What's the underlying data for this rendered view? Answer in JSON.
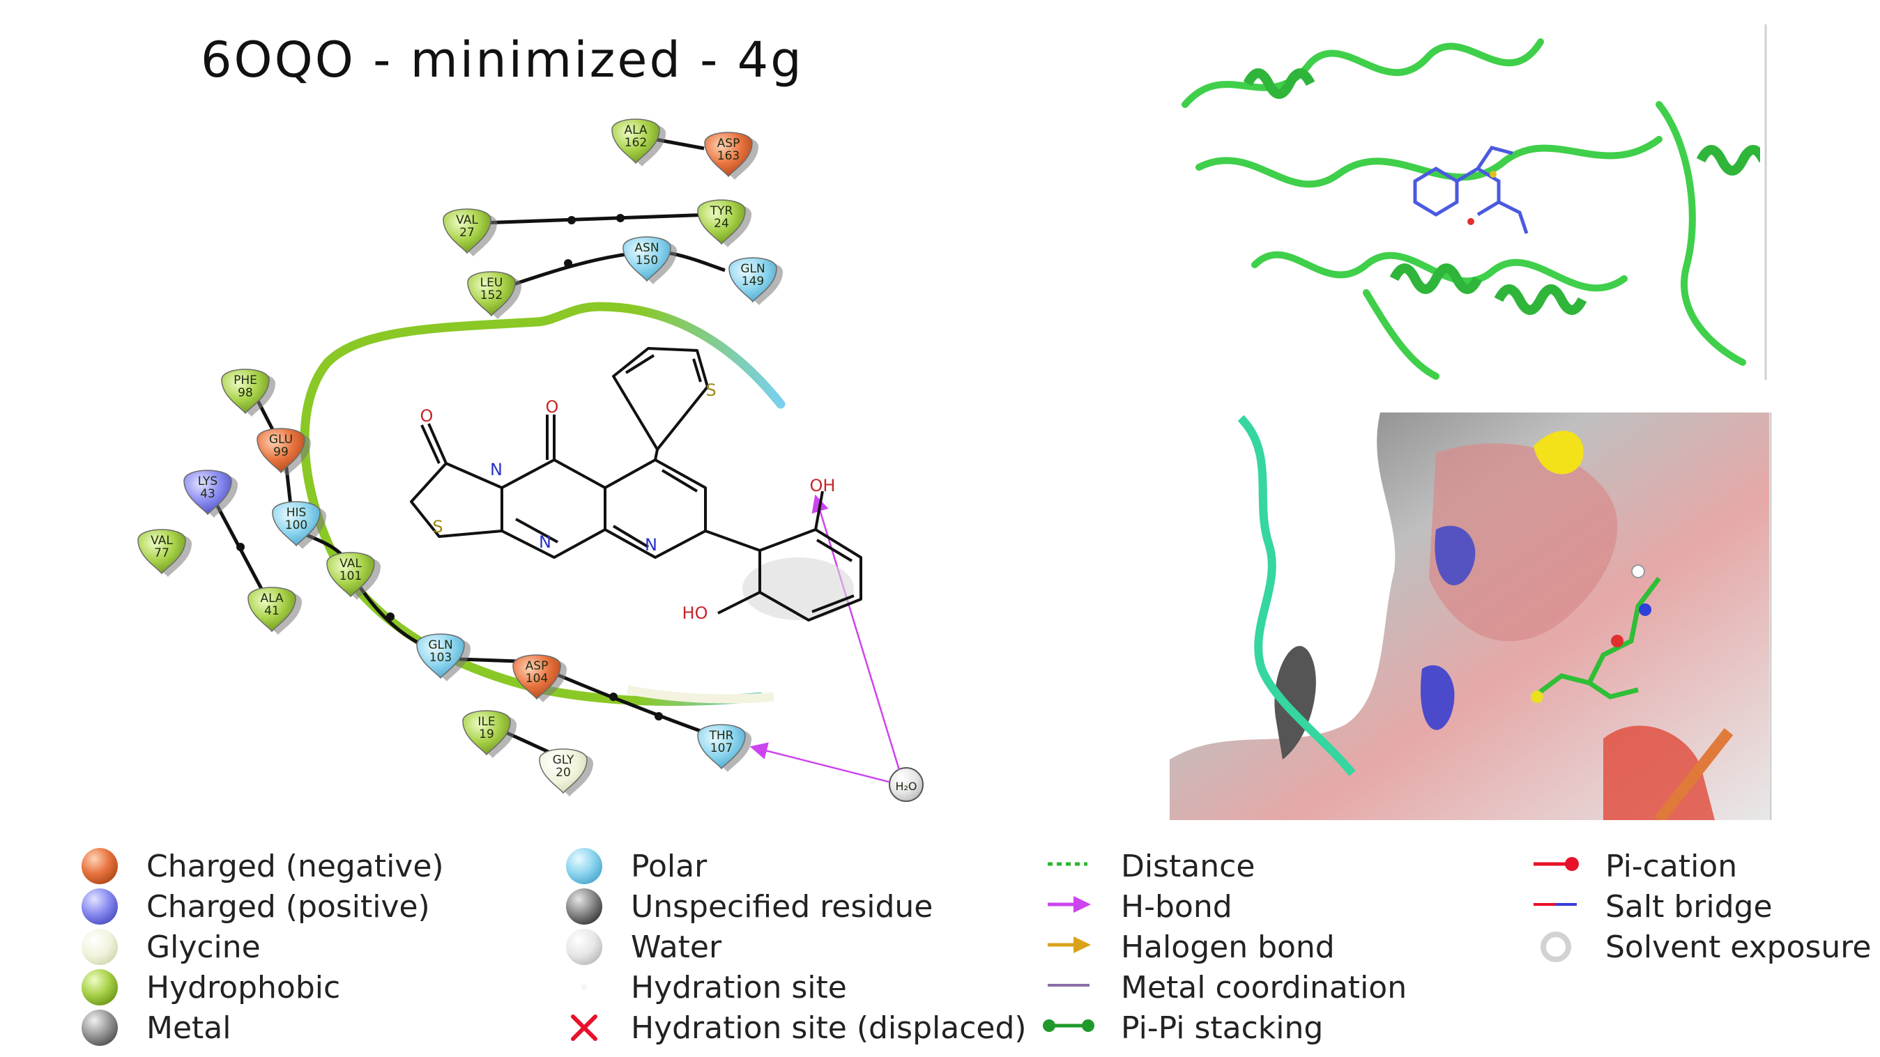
{
  "title": "6OQO - minimized - 4g",
  "colors": {
    "charged_negative": "#e8743f",
    "charged_positive": "#8a8cf0",
    "glycine": "#f1f3dc",
    "hydrophobic": "#a9d24a",
    "polar": "#8fd6ef",
    "unspecified": "#8a8a8a",
    "water": "#e6e6e6",
    "metal": "#9a9a9a",
    "ribbon_green": "#4fdc55",
    "pocket_line": "#8ac826",
    "hbond": "#cc44ee",
    "pipi": "#1f9a2a",
    "picat": "#e8102a",
    "halogen": "#d9a21a"
  },
  "residues": [
    {
      "id": "ala162",
      "name": "ALA",
      "num": "162",
      "type": "hydrophobic"
    },
    {
      "id": "asp163",
      "name": "ASP",
      "num": "163",
      "type": "charged_negative"
    },
    {
      "id": "val27",
      "name": "VAL",
      "num": "27",
      "type": "hydrophobic"
    },
    {
      "id": "tyr24",
      "name": "TYR",
      "num": "24",
      "type": "hydrophobic"
    },
    {
      "id": "asn150",
      "name": "ASN",
      "num": "150",
      "type": "polar"
    },
    {
      "id": "gln149",
      "name": "GLN",
      "num": "149",
      "type": "polar"
    },
    {
      "id": "leu152",
      "name": "LEU",
      "num": "152",
      "type": "hydrophobic"
    },
    {
      "id": "phe98",
      "name": "PHE",
      "num": "98",
      "type": "hydrophobic"
    },
    {
      "id": "glu99",
      "name": "GLU",
      "num": "99",
      "type": "charged_negative"
    },
    {
      "id": "lys43",
      "name": "LYS",
      "num": "43",
      "type": "charged_positive"
    },
    {
      "id": "his100",
      "name": "HIS",
      "num": "100",
      "type": "polar"
    },
    {
      "id": "val77",
      "name": "VAL",
      "num": "77",
      "type": "hydrophobic"
    },
    {
      "id": "val101",
      "name": "VAL",
      "num": "101",
      "type": "hydrophobic"
    },
    {
      "id": "ala41",
      "name": "ALA",
      "num": "41",
      "type": "hydrophobic"
    },
    {
      "id": "gln103",
      "name": "GLN",
      "num": "103",
      "type": "polar"
    },
    {
      "id": "asp104",
      "name": "ASP",
      "num": "104",
      "type": "charged_negative"
    },
    {
      "id": "ile19",
      "name": "ILE",
      "num": "19",
      "type": "hydrophobic"
    },
    {
      "id": "gly20",
      "name": "GLY",
      "num": "20",
      "type": "glycine"
    },
    {
      "id": "thr107",
      "name": "THR",
      "num": "107",
      "type": "polar"
    }
  ],
  "water": {
    "label": "H₂O"
  },
  "ligand_atoms": {
    "o1": "O",
    "o2": "O",
    "n1": "N",
    "n2": "N",
    "n3": "N",
    "s1": "S",
    "s2": "S",
    "oh1": "OH",
    "oh2": "HO"
  },
  "legend": {
    "col1": [
      "Charged (negative)",
      "Charged (positive)",
      "Glycine",
      "Hydrophobic",
      "Metal"
    ],
    "col2": [
      "Polar",
      "Unspecified residue",
      "Water",
      "Hydration site",
      "Hydration site (displaced)"
    ],
    "col3": [
      "Distance",
      "H-bond",
      "Halogen bond",
      "Metal coordination",
      "Pi-Pi stacking"
    ],
    "col4": [
      "Pi-cation",
      "Salt bridge",
      "Solvent exposure"
    ]
  }
}
